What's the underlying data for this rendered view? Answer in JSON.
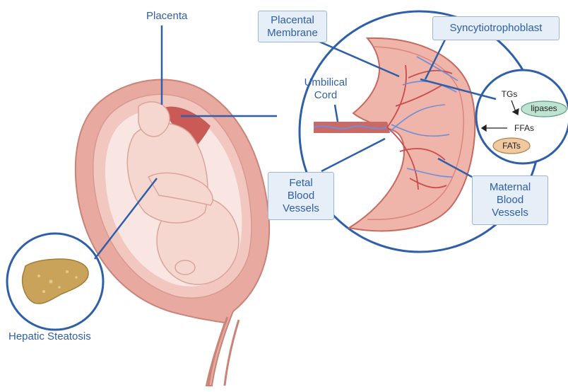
{
  "labels": {
    "placenta": "Placenta",
    "placental_membrane_line1": "Placental",
    "placental_membrane_line2": "Membrane",
    "syncytiotrophoblast": "Syncytiotrophoblast",
    "umbilical_cord_line1": "Umbilical",
    "umbilical_cord_line2": "Cord",
    "fetal_vessels_line1": "Fetal",
    "fetal_vessels_line2": "Blood",
    "fetal_vessels_line3": "Vessels",
    "maternal_vessels_line1": "Maternal",
    "maternal_vessels_line2": "Blood",
    "maternal_vessels_line3": "Vessels",
    "hepatic_steatosis": "Hepatic Steatosis"
  },
  "lipid_inset": {
    "tgs": "TGs",
    "lipases": "lipases",
    "ffas": "FFAs",
    "fats": "FATs"
  },
  "colors": {
    "label_blue": "#2e5fa8",
    "box_fill": "#e6eef8",
    "uterus_pink": "#e8a9a1",
    "fetus_pink": "#f5d7d0",
    "placenta_red": "#c94c4c",
    "vessel_blue": "#6f8ed8",
    "liver_gold": "#c9a35a",
    "lipase_green": "#bfe3d1",
    "fats_orange": "#f0c9a0"
  }
}
